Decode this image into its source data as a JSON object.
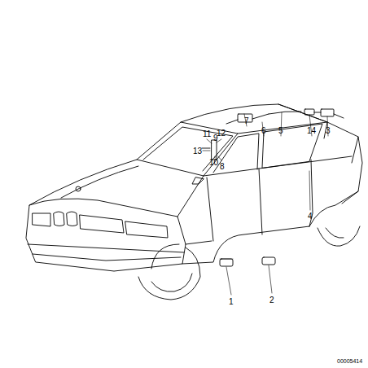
{
  "diagram": {
    "labels": [
      "7",
      "6",
      "5",
      "14",
      "3",
      "11",
      "12",
      "9",
      "13",
      "10",
      "8",
      "4",
      "1",
      "2",
      "00005414"
    ]
  }
}
